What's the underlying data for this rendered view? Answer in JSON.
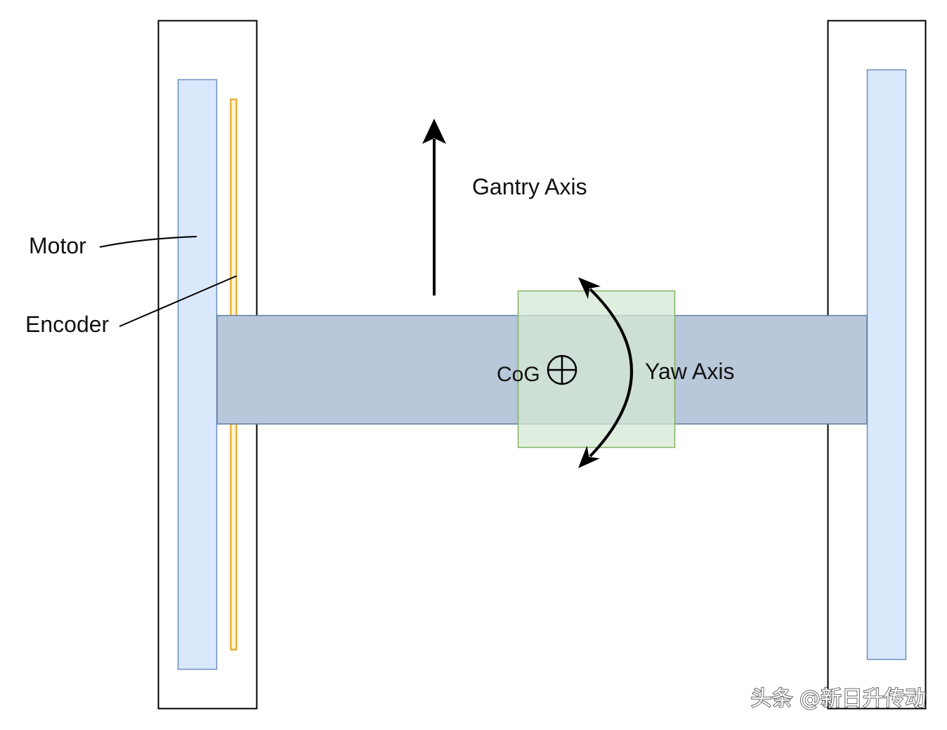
{
  "labels": {
    "motor": "Motor",
    "encoder": "Encoder",
    "gantry_axis": "Gantry Axis",
    "cog": "CoG",
    "yaw_axis": "Yaw Axis"
  },
  "watermark": "头条 @新日升传动",
  "colors": {
    "ink": "#000000",
    "motor_fill": "#dae8fc",
    "motor_stroke": "#6c8ebf",
    "encoder_fill": "#fff2cc",
    "encoder_stroke": "#e3a21a",
    "beam_fill": "#b8c7d9",
    "beam_stroke": "#5f7fa3",
    "carriage_fill": "#d5e8d4",
    "carriage_stroke": "#82b366"
  }
}
